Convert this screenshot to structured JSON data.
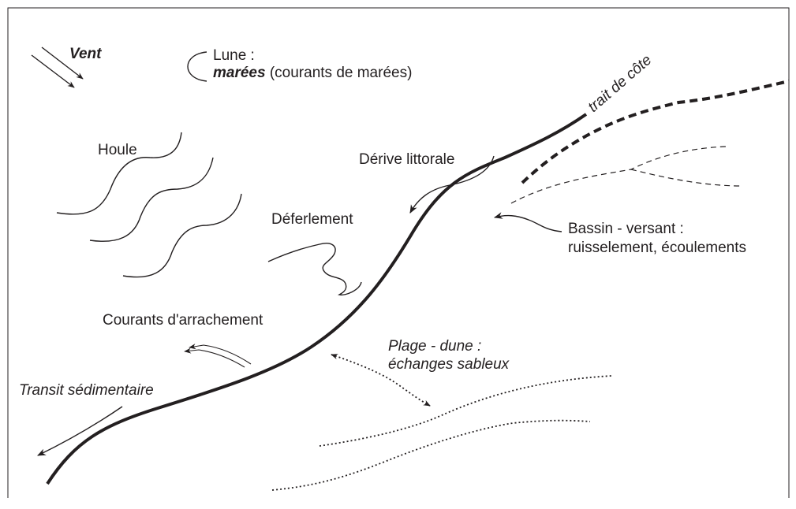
{
  "labels": {
    "vent": "Vent",
    "lune_line1": "Lune :",
    "lune_bold": "marées",
    "lune_rest": " (courants de marées)",
    "trait_de_cote": "trait de côte",
    "houle": "Houle",
    "derive": "Dérive littorale",
    "deferlement": "Déferlement",
    "bassin_line1": "Bassin - versant :",
    "bassin_line2": "ruisselement, écoulements",
    "courants": "Courants d'arrachement",
    "plage_line1": "Plage - dune :",
    "plage_line2": "échanges sableux",
    "transit": "Transit sédimentaire"
  },
  "colors": {
    "ink": "#231f20",
    "frame": "#231f20"
  }
}
